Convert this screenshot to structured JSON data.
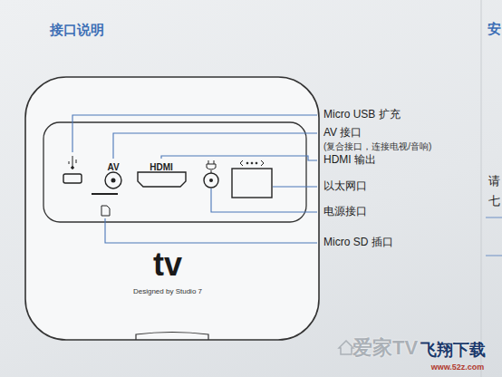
{
  "diagram": {
    "title": "接口说明",
    "labels": [
      "Micro USB 扩充",
      "AV 接口",
      "(复合接口，连接电视/音响)",
      "HDMI 输出",
      "以太网口",
      "电源接口",
      "Micro SD 插口",
      "AV",
      "HDMI",
      "tv",
      "Designed by Studio 7",
      "爱家TV",
      "飞翔下载",
      "www.52z.com",
      "安",
      "请",
      "七"
    ]
  }
}
